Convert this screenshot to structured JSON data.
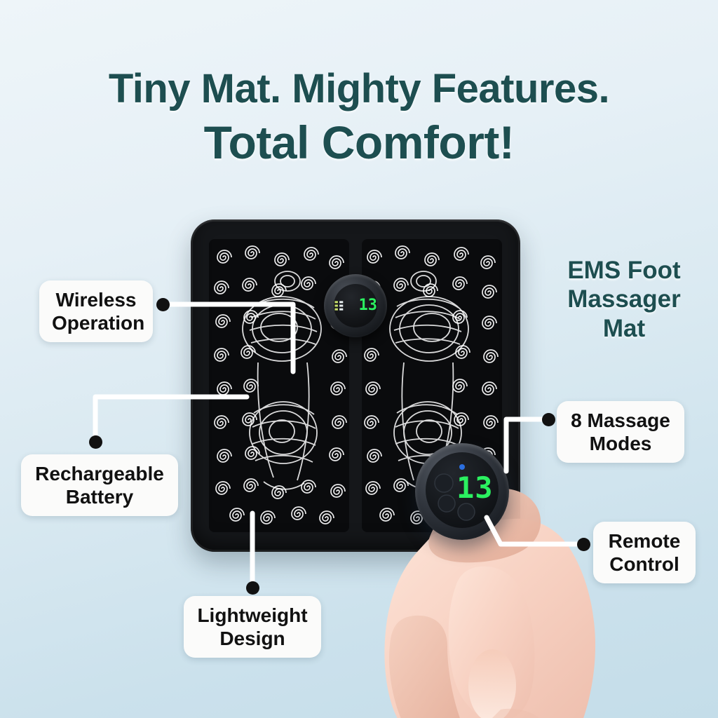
{
  "headline": {
    "line1": "Tiny Mat. Mighty Features.",
    "line2": "Total Comfort!",
    "color": "#1d4e50"
  },
  "product": {
    "name_line1": "EMS Foot",
    "name_line2": "Massager",
    "name_line3": "Mat"
  },
  "callouts": [
    {
      "id": "wireless-operation",
      "label": "Wireless\nOperation"
    },
    {
      "id": "rechargeable-battery",
      "label": "Rechargeable\nBattery"
    },
    {
      "id": "lightweight-design",
      "label": "Lightweight\nDesign"
    },
    {
      "id": "massage-modes",
      "label": "8 Massage\nModes"
    },
    {
      "id": "remote-control",
      "label": "Remote\nControl"
    }
  ],
  "device": {
    "mat_display_value": "13",
    "remote_display_value": "13",
    "display_color": "#2bf060",
    "body_color": "#15171a",
    "pattern": "spiral-swirl-line-art"
  },
  "background": {
    "top_color": "#eef5f9",
    "bottom_color": "#c4dde9"
  }
}
